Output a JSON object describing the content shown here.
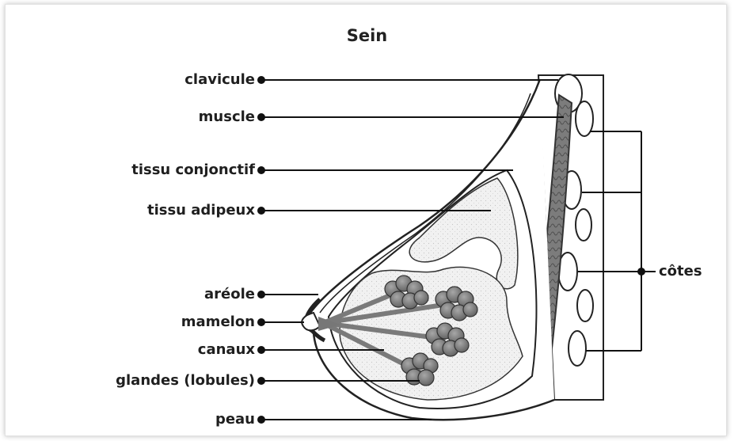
{
  "diagram": {
    "title": "Sein",
    "labels": {
      "clavicule": "clavicule",
      "muscle": "muscle",
      "tissu_conjonctif": "tissu conjonctif",
      "tissu_adipeux": "tissu adipeux",
      "areole": "aréole",
      "mamelon": "mamelon",
      "canaux": "canaux",
      "glandes": "glandes (lobules)",
      "peau": "peau",
      "cotes": "côtes"
    }
  }
}
